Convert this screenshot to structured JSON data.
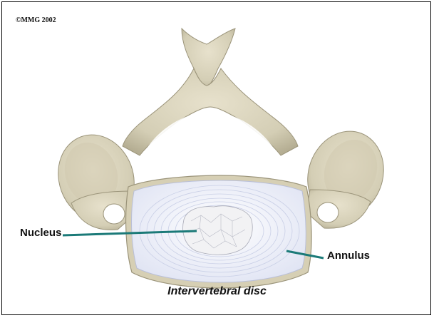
{
  "copyright": "©MMG 2002",
  "labels": {
    "nucleus": "Nucleus",
    "annulus": "Annulus"
  },
  "caption": "Intervertebral disc",
  "colors": {
    "bone": "#d8d2ba",
    "bone_shadow": "#a79f84",
    "disc": "#eef1fb",
    "disc_ring": "#c9cfe6",
    "pointer": "#1b7a78"
  }
}
